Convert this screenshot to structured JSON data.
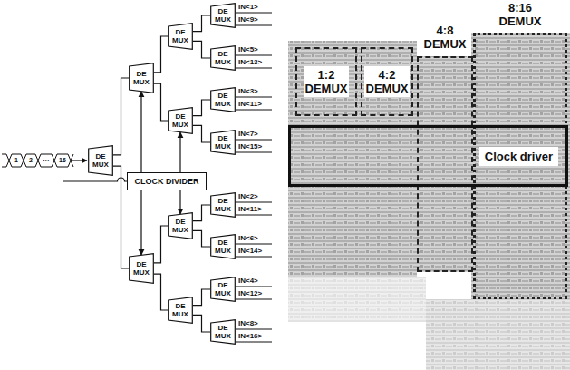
{
  "diagram": {
    "nodes": [
      {
        "text": [
          "DE MUX"
        ]
      },
      {
        "text": [
          "DE MUX"
        ]
      },
      {
        "text": [
          "DE MUX"
        ]
      },
      {
        "text": [
          "DE MUX"
        ]
      },
      {
        "text": [
          "DE MUX"
        ]
      },
      {
        "text": [
          "DE MUX"
        ]
      },
      {
        "text": [
          "DE MUX"
        ]
      },
      {
        "text": [
          "DE MUX"
        ]
      },
      {
        "text": [
          "CLOCK DIVIDER"
        ]
      },
      {
        "text": [
          "DE MUX"
        ]
      },
      {
        "text": [
          "DE MUX"
        ]
      },
      {
        "text": [
          "DE MUX"
        ]
      },
      {
        "text": [
          "DE MUX"
        ]
      },
      {
        "text": [
          "DE MUX"
        ]
      },
      {
        "text": [
          "DE MUX"
        ]
      },
      {
        "text": [
          "DE MUX"
        ]
      },
      {
        "text": [
          "1:2 DEMUX"
        ]
      },
      {
        "text": [
          "4:2 DEMUX"
        ]
      },
      {
        "text": [
          "4:8 DEMUX"
        ]
      },
      {
        "text": [
          "8:16 DEMUX"
        ]
      },
      {
        "text": [
          "Clock driver"
        ]
      }
    ],
    "edges": [
      {
        "from": 0,
        "to": 1,
        "arrow": "none"
      },
      {
        "from": 0,
        "to": 9,
        "arrow": "none"
      },
      {
        "from": 1,
        "to": 2,
        "arrow": "none"
      },
      {
        "from": 1,
        "to": 3,
        "arrow": "none"
      },
      {
        "from": 2,
        "to": 4,
        "arrow": "none"
      },
      {
        "from": 2,
        "to": 5,
        "arrow": "none"
      },
      {
        "from": 3,
        "to": 6,
        "arrow": "none"
      },
      {
        "from": 3,
        "to": 7,
        "arrow": "none"
      },
      {
        "from": 9,
        "to": 10,
        "arrow": "none"
      },
      {
        "from": 9,
        "to": 11,
        "arrow": "none"
      },
      {
        "from": 10,
        "to": 12,
        "arrow": "none"
      },
      {
        "from": 10,
        "to": 13,
        "arrow": "none"
      },
      {
        "from": 11,
        "to": 14,
        "arrow": "none"
      },
      {
        "from": 11,
        "to": 15,
        "arrow": "none"
      },
      {
        "from": 8,
        "to": 1,
        "arrow": "to"
      },
      {
        "from": 8,
        "to": 9,
        "arrow": "to"
      },
      {
        "from": 8,
        "to": 3,
        "arrow": "to"
      },
      {
        "from": 8,
        "to": 10,
        "arrow": "to"
      }
    ],
    "labels": [
      "1",
      "2",
      "···",
      "16",
      "IN<1>",
      "IN<9>",
      "IN<5>",
      "IN<13>",
      "IN<3>",
      "IN<11>",
      "IN<7>",
      "IN<15>",
      "IN<2>",
      "IN<11>",
      "IN<6>",
      "IN<14>",
      "IN<4>",
      "IN<12>",
      "IN<8>",
      "IN<16>"
    ]
  }
}
